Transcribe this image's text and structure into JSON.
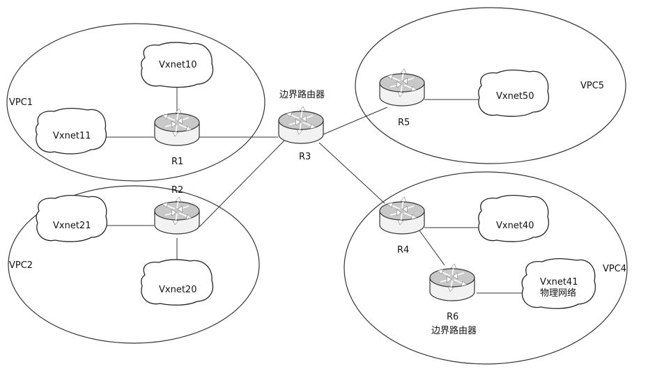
{
  "vpcs": {
    "vpc1": "VPC1",
    "vpc2": "VPC2",
    "vpc4": "VPC4",
    "vpc5": "VPC5"
  },
  "routers": {
    "r1": "R1",
    "r2": "R2",
    "r3": "R3",
    "r4": "R4",
    "r5": "R5",
    "r6": "R6"
  },
  "border_router_caption_top": "边界路由器",
  "border_router_caption_bottom": "边界路由器",
  "networks": {
    "vxnet10": "Vxnet10",
    "vxnet11": "Vxnet11",
    "vxnet20": "Vxnet20",
    "vxnet21": "Vxnet21",
    "vxnet40": "Vxnet40",
    "vxnet41_line1": "Vxnet41",
    "vxnet41_line2": "物理网络",
    "vxnet50": "Vxnet50"
  }
}
